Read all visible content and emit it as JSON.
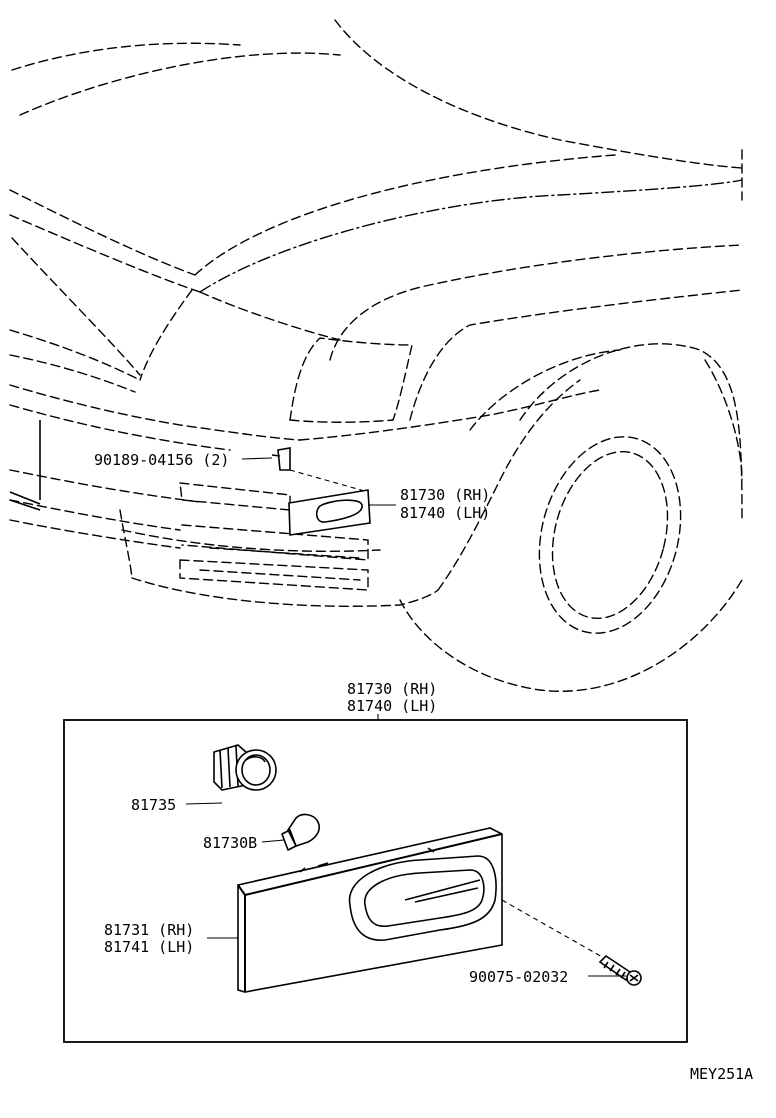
{
  "callouts": {
    "clip": "90189-04156 (2)",
    "lamp_rh": "81730 (RH)",
    "lamp_lh": "81740 (LH)",
    "assy_rh": "81730 (RH)",
    "assy_lh": "81740 (LH)",
    "socket": "81735",
    "bulb": "81730B",
    "lens_rh": "81731 (RH)",
    "lens_lh": "81741 (LH)",
    "screw": "90075-02032"
  },
  "figure_code": "MEY251A",
  "icons": {
    "socket": "bulb-socket-icon",
    "bulb": "wedge-bulb-icon",
    "lens": "side-marker-lens-icon",
    "screw": "tapping-screw-icon",
    "clip": "retaining-clip-icon"
  }
}
